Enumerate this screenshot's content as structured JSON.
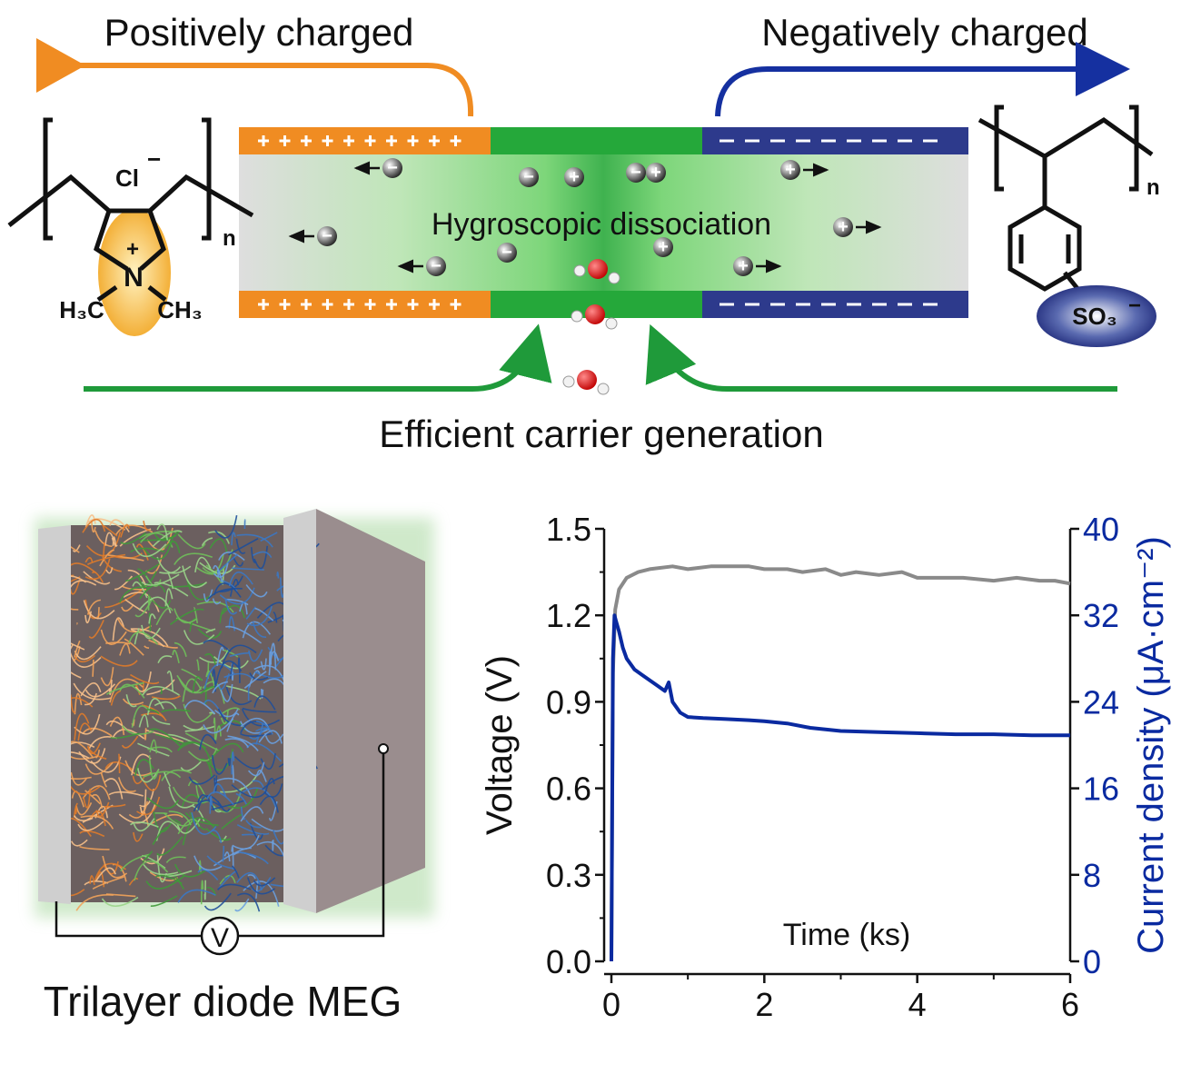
{
  "header": {
    "left_label": "Positively charged",
    "right_label": "Negatively charged",
    "bottom_label": "Efficient carrier generation",
    "center_label": "Hygroscopic dissociation"
  },
  "chemistry": {
    "left": {
      "anion": "Cl",
      "nitrogen": "N",
      "methyl_left": "H₃C",
      "methyl_right": "CH₃",
      "subscript": "n"
    },
    "right": {
      "group": "SO₃",
      "subscript": "n"
    }
  },
  "device": {
    "caption": "Trilayer diode MEG",
    "voltmeter": "V"
  },
  "colors": {
    "positive_layer": "#f08c22",
    "middle_layer": "#2aa53a",
    "negative_layer": "#2d3a8c",
    "voltage_trace": "#8a8a8a",
    "current_trace": "#0a2aa0",
    "arrow_green": "#1f9a3a"
  },
  "chart_data": {
    "type": "line",
    "xlabel": "Time (ks)",
    "ylabel": "Voltage (V)",
    "y2label": "Current density (μA·cm⁻²)",
    "xlim": [
      0,
      6
    ],
    "ylim": [
      0,
      1.5
    ],
    "y2lim": [
      0,
      40
    ],
    "x_ticks": [
      "0",
      "2",
      "4",
      "6"
    ],
    "y_ticks": [
      "0.0",
      "0.3",
      "0.6",
      "0.9",
      "1.2",
      "1.5"
    ],
    "y2_ticks": [
      "0",
      "8",
      "16",
      "24",
      "32",
      "40"
    ],
    "series": [
      {
        "axis": "left",
        "color": "#8a8a8a",
        "x": [
          0.0,
          0.02,
          0.05,
          0.1,
          0.2,
          0.35,
          0.5,
          0.8,
          1.0,
          1.3,
          1.6,
          1.8,
          2.0,
          2.3,
          2.5,
          2.8,
          3.0,
          3.2,
          3.5,
          3.8,
          4.0,
          4.3,
          4.6,
          5.0,
          5.3,
          5.6,
          5.8,
          6.0
        ],
        "y": [
          0.0,
          1.0,
          1.22,
          1.29,
          1.33,
          1.35,
          1.36,
          1.37,
          1.36,
          1.37,
          1.37,
          1.37,
          1.36,
          1.36,
          1.35,
          1.36,
          1.34,
          1.35,
          1.34,
          1.35,
          1.33,
          1.33,
          1.33,
          1.32,
          1.33,
          1.32,
          1.32,
          1.31
        ]
      },
      {
        "axis": "right",
        "color": "#0a2aa0",
        "x": [
          0.0,
          0.02,
          0.04,
          0.06,
          0.1,
          0.15,
          0.2,
          0.3,
          0.4,
          0.5,
          0.6,
          0.7,
          0.75,
          0.8,
          0.9,
          1.0,
          1.2,
          1.5,
          1.8,
          2.0,
          2.3,
          2.6,
          3.0,
          3.5,
          4.0,
          4.5,
          5.0,
          5.5,
          6.0
        ],
        "y": [
          0.0,
          28.0,
          32.0,
          31.5,
          30.5,
          29.0,
          28.0,
          27.0,
          26.5,
          26.0,
          25.5,
          25.0,
          25.8,
          24.0,
          23.0,
          22.6,
          22.5,
          22.4,
          22.3,
          22.2,
          22.0,
          21.6,
          21.3,
          21.2,
          21.1,
          21.0,
          21.0,
          20.9,
          20.9
        ]
      }
    ]
  }
}
